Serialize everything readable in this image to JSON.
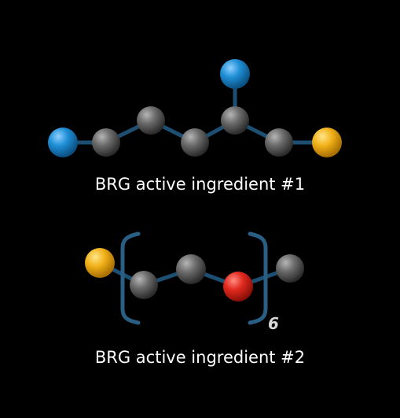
{
  "molecule1": {
    "caption": "BRG active ingredient #1"
  },
  "molecule2": {
    "caption": "BRG active ingredient #2",
    "repeat_count": "6"
  },
  "colors": {
    "background": "#000000",
    "bond": "#1d4f73",
    "carbon": "#5a5a5a",
    "nitrogen": "#1f8fd6",
    "sulfur": "#f2b21a",
    "oxygen": "#e22a1f",
    "bracket": "#2a5f85"
  }
}
